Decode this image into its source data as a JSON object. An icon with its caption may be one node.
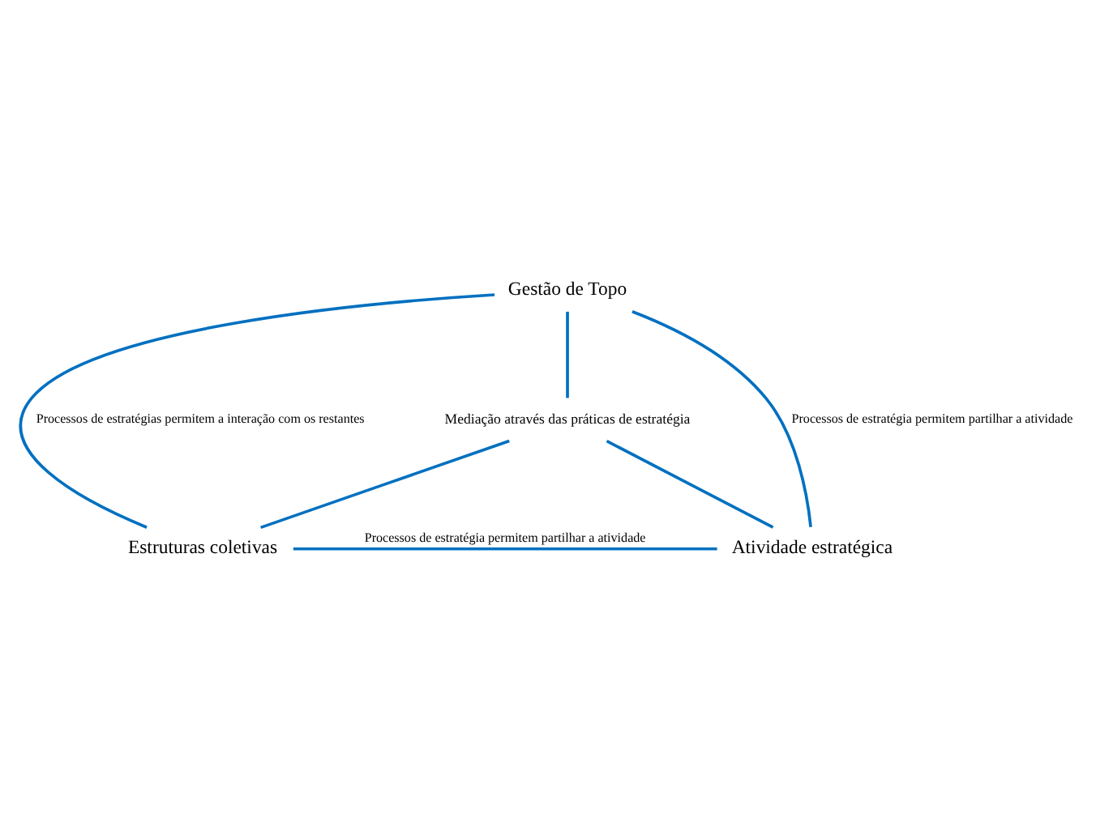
{
  "diagram": {
    "nodes": [
      {
        "text": [
          "Gestão de Topo"
        ]
      },
      {
        "text": [
          "Mediação através das práticas de estratégia"
        ]
      },
      {
        "text": [
          "Estruturas coletivas"
        ]
      },
      {
        "text": [
          "Atividade estratégica"
        ]
      }
    ],
    "edges": [
      {
        "from": 0,
        "to": 2,
        "arrow": "none",
        "label": "Processos de estratégias permitem a interação com os restantes"
      },
      {
        "from": 0,
        "to": 3,
        "arrow": "none",
        "label": "Processos de estratégia permitem partilhar a atividade"
      },
      {
        "from": 2,
        "to": 3,
        "arrow": "none",
        "label": "Processos de estratégia permitem partilhar a atividade"
      },
      {
        "from": 0,
        "to": 1,
        "arrow": "none"
      },
      {
        "from": 1,
        "to": 2,
        "arrow": "none"
      },
      {
        "from": 1,
        "to": 3,
        "arrow": "none"
      }
    ]
  }
}
